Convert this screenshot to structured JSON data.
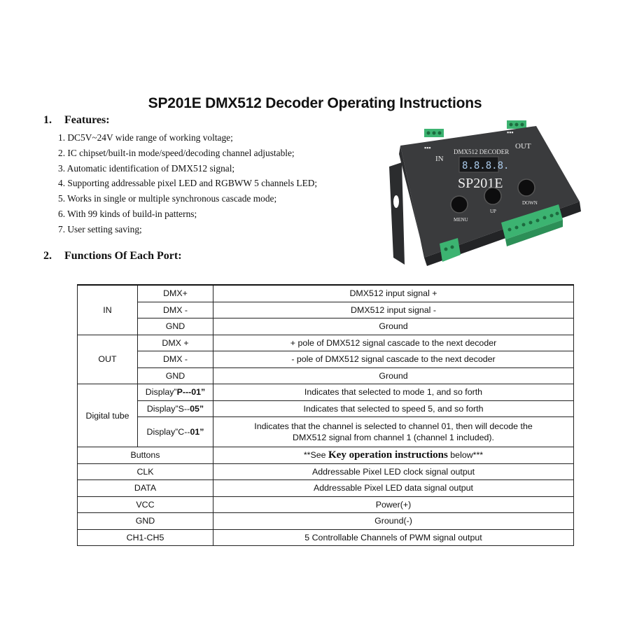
{
  "title": "SP201E DMX512 Decoder Operating Instructions",
  "section1": {
    "num": "1.",
    "heading": "Features:"
  },
  "features": [
    "1. DC5V~24V wide range of working voltage;",
    "2. IC chipset/built-in mode/speed/decoding channel adjustable;",
    "3. Automatic identification of DMX512 signal;",
    "4. Supporting addressable pixel LED and RGBWW 5 channels LED;",
    "5. Works in single or multiple synchronous cascade mode;",
    "6. With 99 kinds of build-in patterns;",
    "7. User setting saving;"
  ],
  "section2": {
    "num": "2.",
    "heading": "Functions Of Each Port:"
  },
  "device": {
    "label_in": "IN",
    "label_out": "OUT",
    "label_decoder": "DMX512  DECODER",
    "display_text": "8.8.8.8.",
    "model": "SP201E",
    "btn_menu": "MENU",
    "btn_up": "UP",
    "btn_down": "DOWN",
    "body_color": "#3a3b3d",
    "terminal_color": "#3cb371"
  },
  "table": {
    "in_group": "IN",
    "in_rows": [
      {
        "port": "DMX+",
        "desc": "DMX512 input signal +"
      },
      {
        "port": "DMX -",
        "desc": "DMX512 input signal -"
      },
      {
        "port": "GND",
        "desc": "Ground"
      }
    ],
    "out_group": "OUT",
    "out_rows": [
      {
        "port": "DMX +",
        "desc": "+ pole of DMX512 signal cascade to the next decoder"
      },
      {
        "port": "DMX -",
        "desc": "- pole of DMX512 signal cascade to the next decoder"
      },
      {
        "port": "GND",
        "desc": "Ground"
      }
    ],
    "dt_group": "Digital tube",
    "dt_rows": [
      {
        "port_prefix": "Display”",
        "port_bold": "P---01”",
        "desc": "Indicates that selected to mode 1, and so forth"
      },
      {
        "port_prefix": "Display”S--",
        "port_bold": "05”",
        "desc": "Indicates that selected to speed 5, and so forth"
      },
      {
        "port_prefix": "Display”C--",
        "port_bold": "01”",
        "desc_line1": "Indicates that the channel is selected to channel 01, then will decode the",
        "desc_line2": "DMX512 signal from channel 1 (channel 1 included)."
      }
    ],
    "buttons": {
      "port": "Buttons",
      "pre": "**See ",
      "bold": "Key operation instructions",
      "post": " below***"
    },
    "rows": [
      {
        "port": "CLK",
        "desc": "Addressable Pixel LED clock signal output"
      },
      {
        "port": "DATA",
        "desc": "Addressable Pixel LED data signal output"
      },
      {
        "port": "VCC",
        "desc": "Power(+)"
      },
      {
        "port": "GND",
        "desc": "Ground(-)"
      },
      {
        "port": "CH1-CH5",
        "desc": "5 Controllable Channels of PWM signal output"
      }
    ]
  }
}
